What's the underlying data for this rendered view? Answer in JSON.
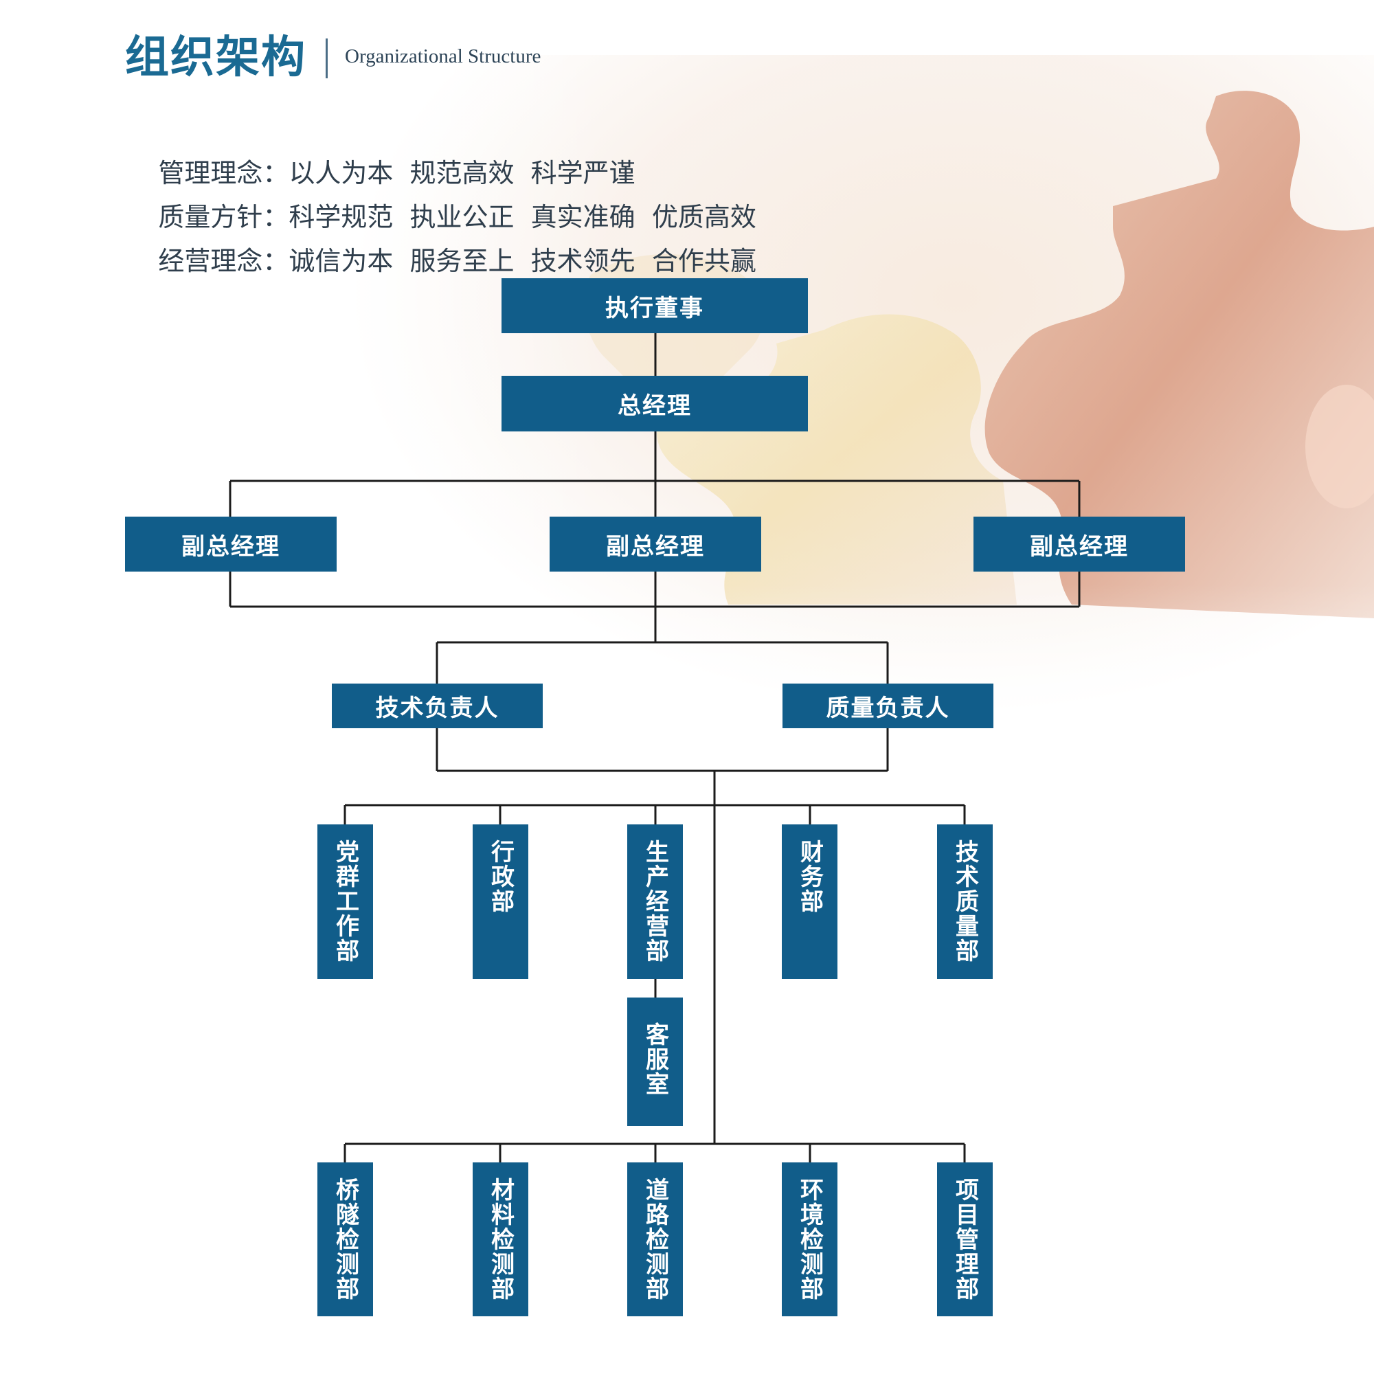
{
  "header": {
    "title": "组织架构",
    "subtitle": "Organizational Structure"
  },
  "mottos": [
    {
      "label": "管理理念：",
      "text": "以人为本  规范高效  科学严谨"
    },
    {
      "label": "质量方针：",
      "text": "科学规范  执业公正  真实准确  优质高效"
    },
    {
      "label": "经营理念：",
      "text": "诚信为本  服务至上  技术领先  合作共赢"
    }
  ],
  "org": {
    "executive_director": "执行董事",
    "general_manager": "总经理",
    "deputy_gm": [
      "副总经理",
      "副总经理",
      "副总经理"
    ],
    "leads": [
      "技术负责人",
      "质量负责人"
    ],
    "departments_row1": [
      "党群工作部",
      "行政部",
      "生产经营部",
      "财务部",
      "技术质量部"
    ],
    "customer_service": "客服室",
    "departments_row2": [
      "桥隧检测部",
      "材料检测部",
      "道路检测部",
      "环境检测部",
      "项目管理部"
    ]
  },
  "colors": {
    "box": "#115d8a",
    "title": "#1a6a93",
    "line": "#1b1b1b"
  }
}
